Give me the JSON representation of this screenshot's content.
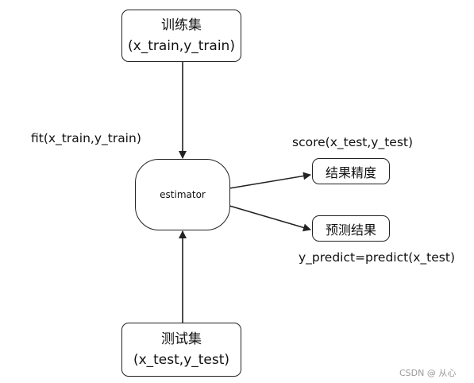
{
  "train_box": {
    "title": "训练集",
    "args": "(x_train,y_train)"
  },
  "test_box": {
    "title": "测试集",
    "args": "(x_test,y_test)"
  },
  "estimator": {
    "label": "estimator"
  },
  "fit_label": "fit(x_train,y_train)",
  "score_label": "score(x_test,y_test)",
  "score_box": {
    "label": "结果精度"
  },
  "predict_box": {
    "label": "预测结果"
  },
  "predict_label": "y_predict=predict(x_test)",
  "watermark": "CSDN @ 从心"
}
